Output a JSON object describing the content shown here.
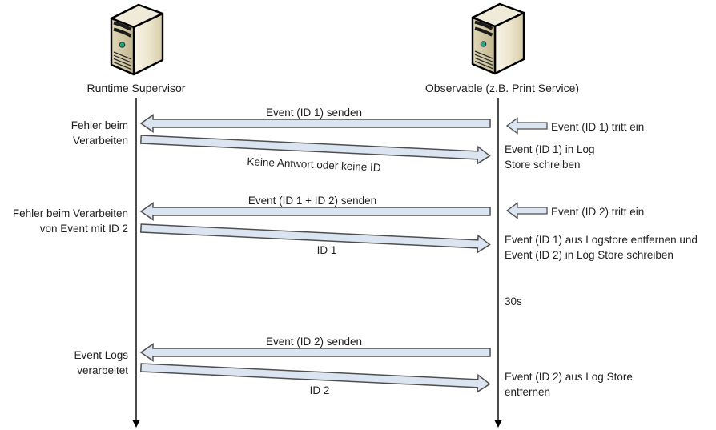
{
  "diagram": {
    "actors": {
      "left": {
        "label": "Runtime Supervisor",
        "icon": "server-icon"
      },
      "right": {
        "label": "Observable (z.B. Print Service)",
        "icon": "server-icon"
      }
    },
    "interactions": {
      "seq1": {
        "send_label": "Event (ID 1) senden",
        "trigger_label": "Event (ID 1) tritt ein",
        "reply_label": "Keine Antwort oder keine ID",
        "left_note_line1": "Fehler beim",
        "left_note_line2": "Verarbeiten",
        "right_note_line1": "Event (ID 1) in Log",
        "right_note_line2": "Store schreiben"
      },
      "seq2": {
        "send_label": "Event (ID 1 + ID 2) senden",
        "trigger_label": "Event (ID 2) tritt ein",
        "reply_label": "ID 1",
        "left_note_line1": "Fehler beim Verarbeiten",
        "left_note_line2": "von Event mit ID 2",
        "right_note_line1": "Event (ID 1) aus Logstore entfernen und",
        "right_note_line2": "Event (ID 2) in Log Store schreiben"
      },
      "timeout_label": "30s",
      "seq3": {
        "send_label": "Event (ID 2) senden",
        "reply_label": "ID 2",
        "left_note_line1": "Event Logs",
        "left_note_line2": "verarbeitet",
        "right_note_line1": "Event (ID 2) aus Log Store",
        "right_note_line2": "entfernen"
      }
    }
  },
  "colors": {
    "arrow_fill": "#dbe5f1",
    "arrow_stroke": "#4f4f4f",
    "lifeline": "#000000",
    "text": "#1f1f1f"
  }
}
